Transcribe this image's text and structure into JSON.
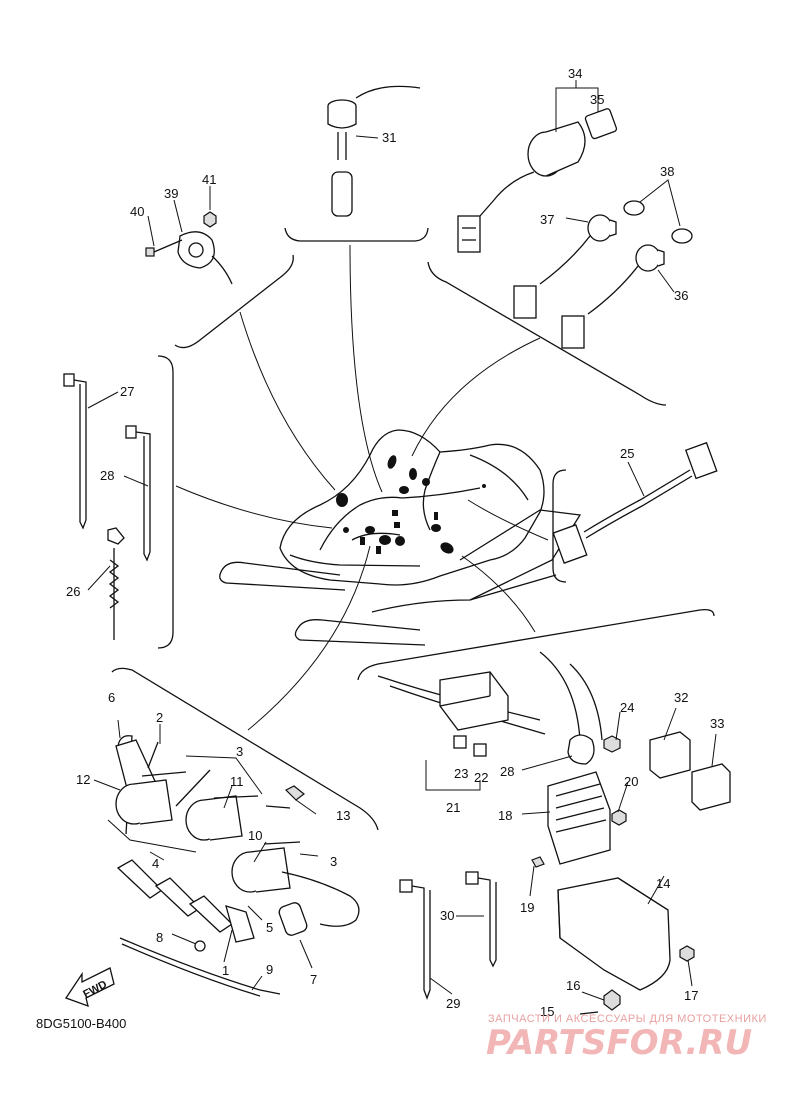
{
  "labels": {
    "p1": "1",
    "p2": "2",
    "p3a": "3",
    "p3b": "3",
    "p4": "4",
    "p5": "5",
    "p6": "6",
    "p7": "7",
    "p8": "8",
    "p9": "9",
    "p10": "10",
    "p11": "11",
    "p12": "12",
    "p13": "13",
    "p14": "14",
    "p15": "15",
    "p16": "16",
    "p17": "17",
    "p18": "18",
    "p19": "19",
    "p20": "20",
    "p21": "21",
    "p22": "22",
    "p23": "23",
    "p24": "24",
    "p25": "25",
    "p26": "26",
    "p27": "27",
    "p28a": "28",
    "p28b": "28",
    "p29": "29",
    "p30": "30",
    "p31": "31",
    "p32": "32",
    "p33": "33",
    "p34": "34",
    "p35": "35",
    "p36": "36",
    "p37": "37",
    "p38": "38",
    "p39": "39",
    "p40": "40",
    "p41": "41"
  },
  "fwd_label": "FWD",
  "diagram_code": "8DG5100-B400",
  "watermark": {
    "line1": "ЗАПЧАСТИ И АКСЕССУАРЫ ДЛЯ МОТОТЕХНИКИ",
    "line2": "PARTSFOR.RU"
  }
}
